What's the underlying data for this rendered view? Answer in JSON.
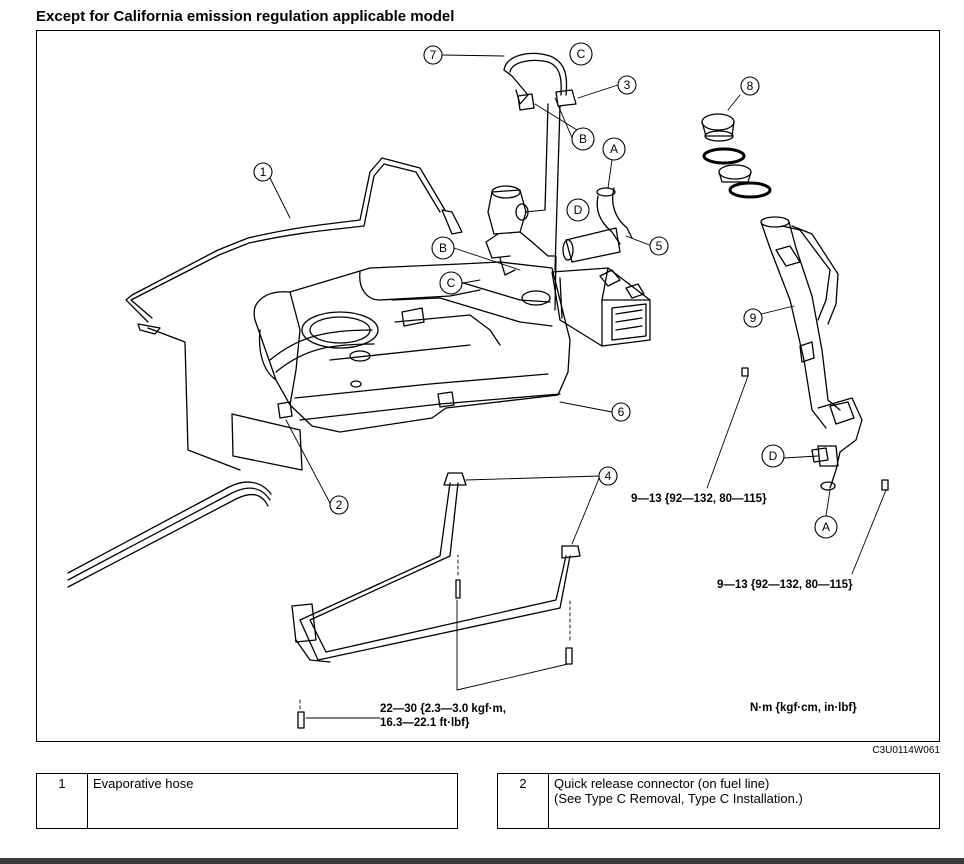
{
  "header": {
    "title": "Except for California emission regulation applicable model"
  },
  "figure": {
    "code": "C3U0114W061",
    "units": "N·m {kgf·cm, in·lbf}",
    "callouts": [
      "1",
      "2",
      "3",
      "4",
      "5",
      "6",
      "7",
      "8",
      "9",
      "A",
      "A",
      "B",
      "B",
      "C",
      "C",
      "D",
      "D"
    ],
    "torque_specs": {
      "bracket_line1": "22—30 {2.3—3.0 kgf·m,",
      "bracket_line2": "16.3—22.1 ft·lbf}",
      "filler_upper": "9—13 {92—132, 80—115}",
      "filler_lower": "9—13 {92—132, 80—115}"
    }
  },
  "legend": [
    {
      "num": "1",
      "line1": "Evaporative hose",
      "line2": ""
    },
    {
      "num": "2",
      "line1": "Quick release connector (on fuel line)",
      "line2": "(See Type C Removal, Type C Installation.)"
    }
  ]
}
